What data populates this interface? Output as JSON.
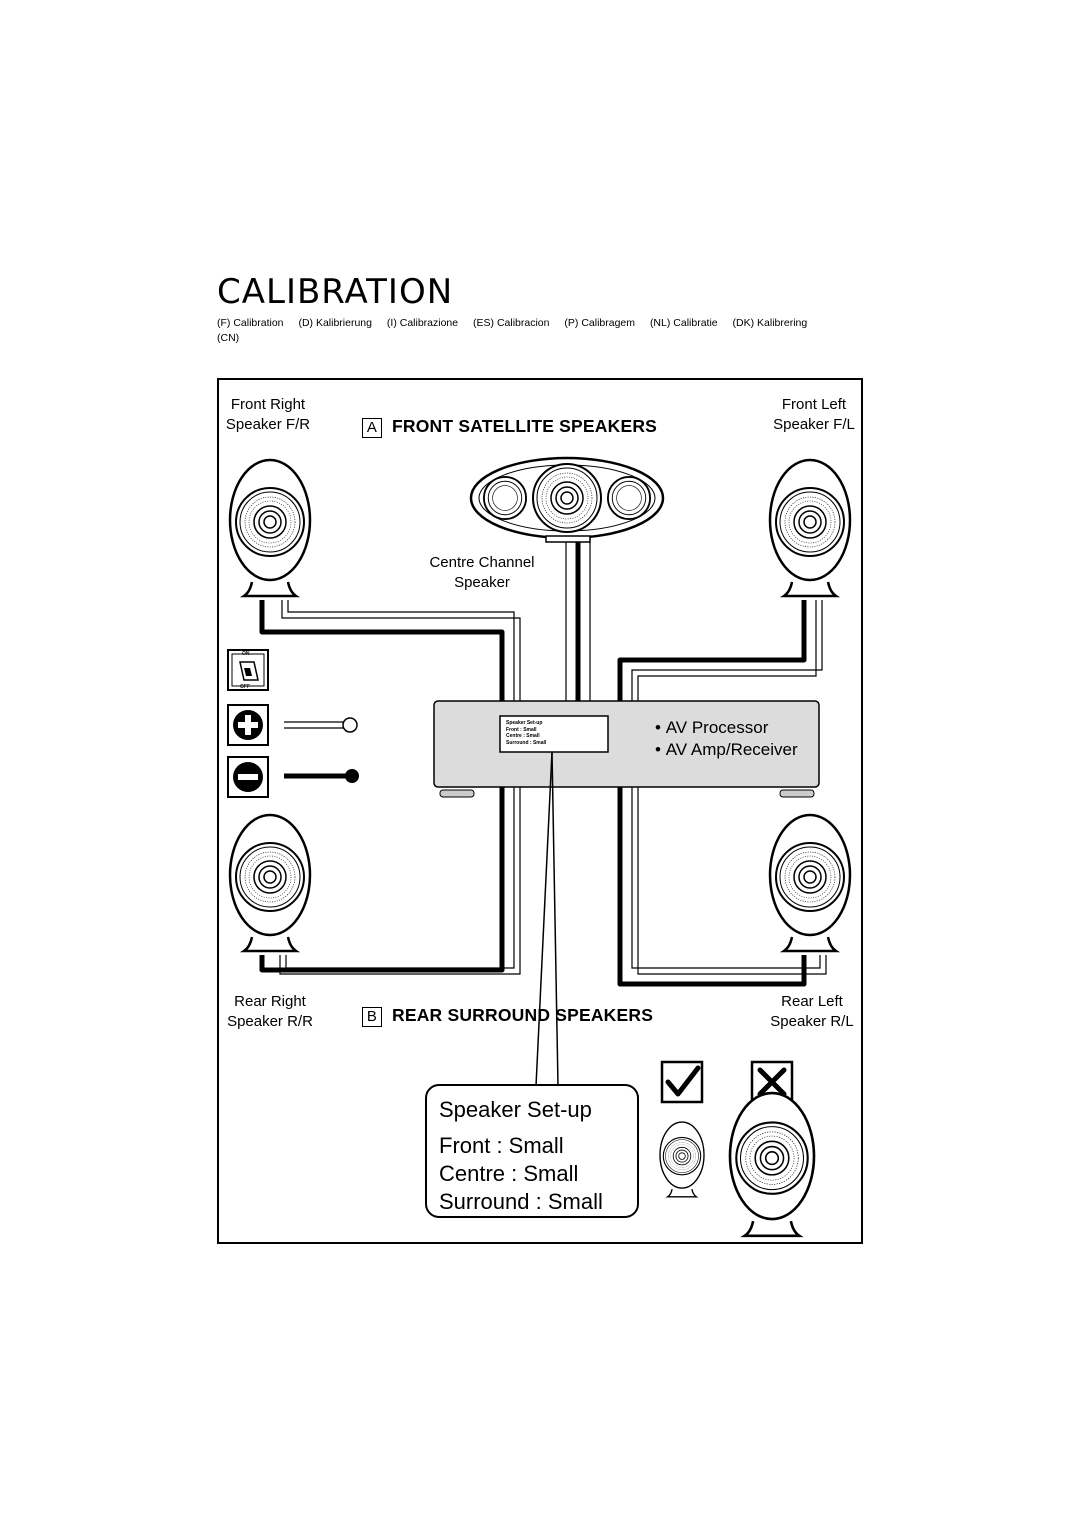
{
  "page": {
    "title": "Calibration",
    "languages": [
      "(F) Calibration",
      "(D) Kalibrierung",
      "(I) Calibrazione",
      "(ES) Calibracion",
      "(P) Calibragem",
      "(NL) Calibratie",
      "(DK) Kalibrering",
      "(CN)"
    ]
  },
  "diagram": {
    "section_a": {
      "letter": "A",
      "label": "FRONT SATELLITE SPEAKERS"
    },
    "section_b": {
      "letter": "B",
      "label": "REAR SURROUND SPEAKERS"
    },
    "front_right": {
      "line1": "Front Right",
      "line2": "Speaker F/R"
    },
    "front_left": {
      "line1": "Front Left",
      "line2": "Speaker F/L"
    },
    "rear_right": {
      "line1": "Rear Right",
      "line2": "Speaker R/R"
    },
    "rear_left": {
      "line1": "Rear Left",
      "line2": "Speaker R/L"
    },
    "centre": {
      "line1": "Centre Channel",
      "line2": "Speaker"
    },
    "processor": {
      "bullet1": "AV Processor",
      "bullet2": "AV Amp/Receiver"
    },
    "switch": {
      "on": "ON",
      "off": "OFF"
    },
    "display": {
      "line1": "Speaker  Set-up",
      "line2": "Front : Small",
      "line3": "Centre : Small",
      "line4": "Surround : Small"
    },
    "callout": {
      "title": "Speaker Set-up",
      "front": "Front : Small",
      "centre": "Centre : Small",
      "surround": "Surround : Small"
    },
    "check_icon": "check-mark-icon",
    "cross_icon": "cross-mark-icon"
  }
}
